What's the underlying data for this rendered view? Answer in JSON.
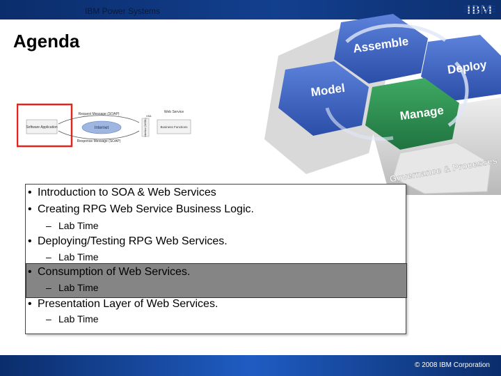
{
  "header": {
    "brand": "IBM Power Systems",
    "logo_text": "IBM"
  },
  "title": "Agenda",
  "hex_graphic": {
    "labels": [
      "Assemble",
      "Deploy",
      "Model",
      "Manage",
      "Governance & Processes"
    ]
  },
  "diagram": {
    "left_box": "Software Application",
    "top_arrow": "Request Message (SOAP)",
    "bottom_arrow": "Response Message (SOAP)",
    "cloud": "Internet",
    "protocol": "XML",
    "interface": "Interface (WSDL)",
    "right_title": "Web Service",
    "right_box": "Business Functions"
  },
  "agenda": {
    "items": [
      {
        "text": "Introduction to SOA & Web Services",
        "sub": ""
      },
      {
        "text": "Creating RPG Web Service Business Logic.",
        "sub": "Lab Time"
      },
      {
        "text": "Deploying/Testing RPG Web Services.",
        "sub": "Lab Time"
      },
      {
        "text": "Consumption of Web Services.",
        "sub": "Lab Time"
      },
      {
        "text": "Presentation Layer of Web Services.",
        "sub": "Lab Time"
      }
    ],
    "highlighted_index": 3
  },
  "footer": {
    "copyright": "© 2008 IBM Corporation"
  },
  "colors": {
    "header_blue": "#0b2d6b",
    "hex_blue": "#3d63c4",
    "hex_green": "#2f8f4e",
    "highlight_gray": "#858585",
    "callout_red": "#e0261b"
  }
}
